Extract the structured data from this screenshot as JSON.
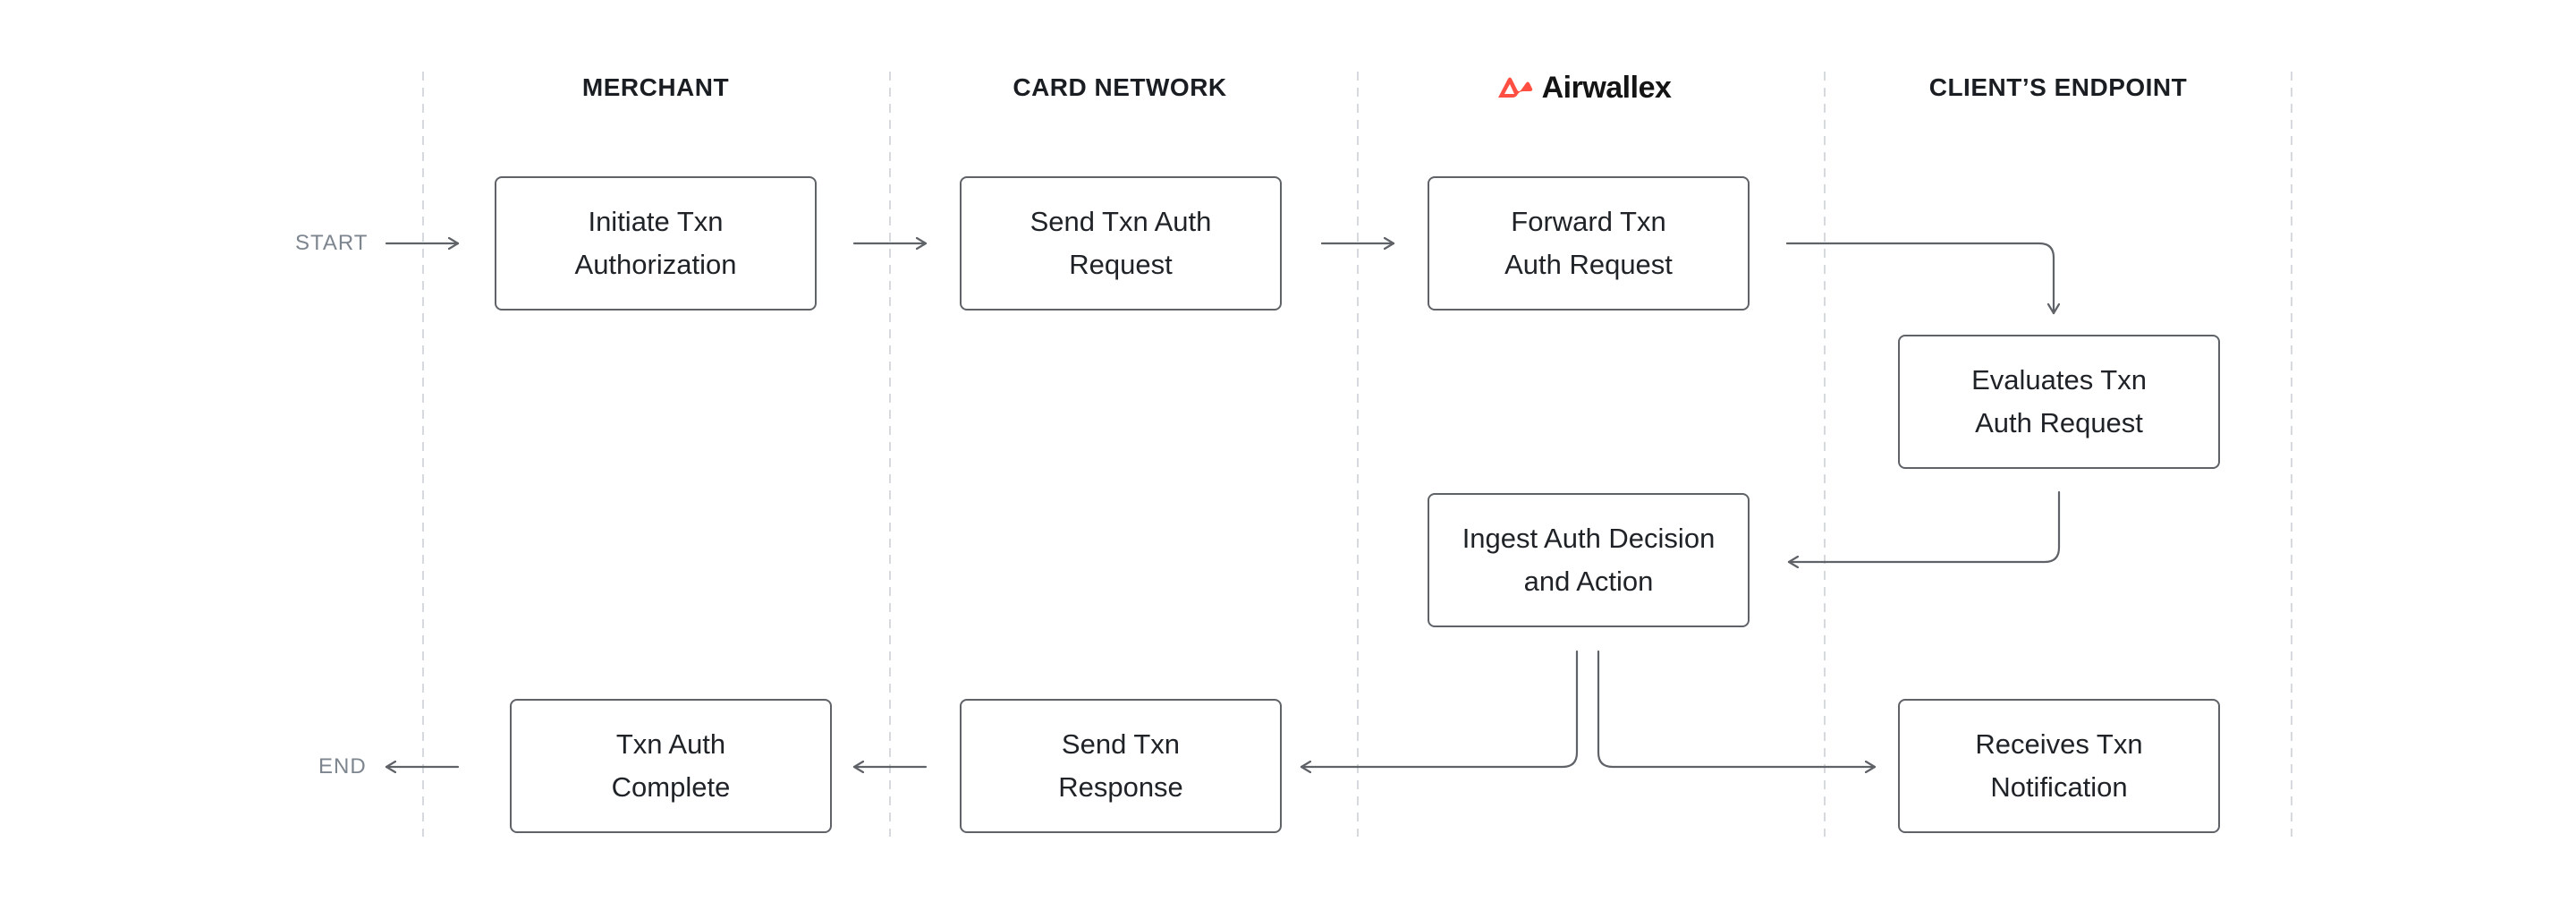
{
  "colors": {
    "lane_divider": "#d6d9dd",
    "edge": "#5f6368",
    "node_border": "#5f6368",
    "brand_accent": "#ff4f42",
    "terminal_text": "#7d858f"
  },
  "lanes": {
    "merchant": "MERCHANT",
    "card_network": "CARD NETWORK",
    "airwallex_brand": "Airwallex",
    "client_endpoint": "CLIENT’S ENDPOINT"
  },
  "brand_icon": "airwallex-logo-icon",
  "terminals": {
    "start": "START",
    "end": "END"
  },
  "nodes": {
    "initiate": "Initiate Txn\nAuthorization",
    "send_request": "Send Txn Auth\nRequest",
    "forward": "Forward Txn\nAuth Request",
    "evaluate": "Evaluates Txn\nAuth Request",
    "ingest": "Ingest Auth Decision\nand Action",
    "complete": "Txn Auth\nComplete",
    "send_response": "Send Txn\nResponse",
    "notification": "Receives Txn\nNotification"
  }
}
